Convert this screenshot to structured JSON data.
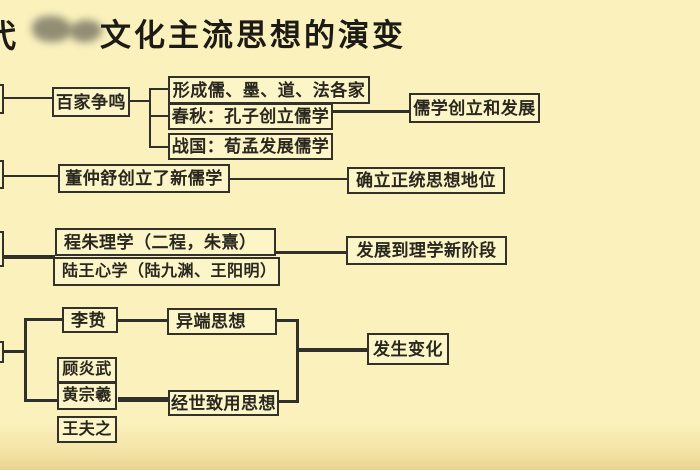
{
  "title": {
    "partial_prefix": "代",
    "text": "文化主流思想的演变"
  },
  "palette": {
    "background": "#faf1bc",
    "box_fill": "#fcf5c8",
    "border_and_lines": "#34312a",
    "text": "#2a271f"
  },
  "diagram": {
    "row_spring_autumn": {
      "main": "百家争鸣",
      "details": [
        "形成儒、墨、道、法各家",
        "春秋：孔子创立儒学",
        "战国：荀孟发展儒学"
      ],
      "result": "儒学创立和发展"
    },
    "row_han": {
      "main": "董仲舒创立了新儒学",
      "result": "确立正统思想地位"
    },
    "row_song_ming": {
      "items": [
        "程朱理学（二程，朱熹）",
        "陆王心学（陆九渊、王阳明）"
      ],
      "result": "发展到理学新阶段"
    },
    "row_ming_qing": {
      "thinker_li": "李贽",
      "thought_heresy": "异端思想",
      "thinkers": [
        "顾炎武",
        "黄宗羲",
        "王夫之"
      ],
      "thought_practical": "经世致用思想",
      "result": "发生变化"
    }
  }
}
